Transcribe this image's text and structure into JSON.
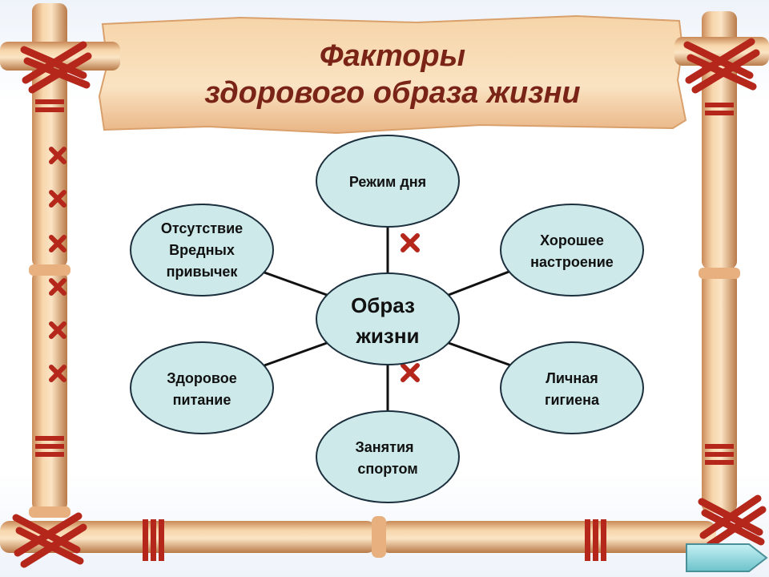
{
  "slide": {
    "title_lines": [
      "Факторы",
      "здорового образа жизни"
    ]
  },
  "diagram": {
    "center": {
      "lines": [
        "Образ",
        "жизни"
      ]
    },
    "factors": [
      {
        "id": "rezhim-dnya",
        "lines": [
          "Режим дня"
        ]
      },
      {
        "id": "horoshee-nastroenie",
        "lines": [
          "Хорошее",
          "настроение"
        ]
      },
      {
        "id": "lichnaya-gigiena",
        "lines": [
          "Личная",
          "гигиена"
        ]
      },
      {
        "id": "zanyatiya-sportom",
        "lines": [
          "Занятия",
          "спортом"
        ]
      },
      {
        "id": "zdorovoe-pitanie",
        "lines": [
          "Здоровое",
          "питание"
        ]
      },
      {
        "id": "otsutstvie-vrednyh-privychek",
        "lines": [
          "Отсутствие",
          "Вредных",
          "привычек"
        ]
      }
    ]
  },
  "colors": {
    "node_fill": "#cde9ea",
    "node_stroke": "#1b2f3c",
    "connector": "#111111",
    "title": "#7a2418",
    "bamboo": "#f0c89a",
    "binding": "#c0392b",
    "nav_button": "#7fd0d8"
  },
  "nav": {
    "icon": "arrow-right-icon"
  }
}
